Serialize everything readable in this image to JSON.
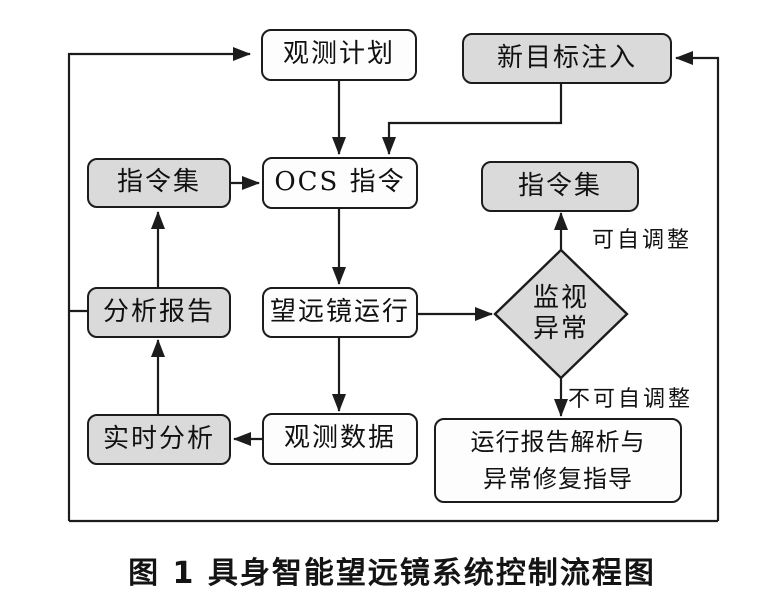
{
  "diagram": {
    "nodes": [
      {
        "id": "observation-plan",
        "label": "观测计划",
        "fill": "white"
      },
      {
        "id": "new-target-inject",
        "label": "新目标注入",
        "fill": "gray"
      },
      {
        "id": "cmdset-left",
        "label": "指令集",
        "fill": "gray"
      },
      {
        "id": "ocs-command",
        "label": "OCS 指令",
        "fill": "white"
      },
      {
        "id": "cmdset-right",
        "label": "指令集",
        "fill": "gray"
      },
      {
        "id": "analysis-report",
        "label": "分析报告",
        "fill": "gray"
      },
      {
        "id": "telescope-run",
        "label": "望远镜运行",
        "fill": "white"
      },
      {
        "id": "monitor-anomaly",
        "line1": "监视",
        "line2": "异常",
        "fill": "gray",
        "shape": "diamond"
      },
      {
        "id": "realtime-analysis",
        "label": "实时分析",
        "fill": "gray"
      },
      {
        "id": "observation-data",
        "label": "观测数据",
        "fill": "white"
      },
      {
        "id": "report-repair-guide",
        "line1": "运行报告解析与",
        "line2": "异常修复指导",
        "fill": "white"
      }
    ],
    "edge_labels": {
      "self_adjustable": "可自调整",
      "not_self_adjustable": "不可自调整"
    },
    "colors": {
      "node_gray": "#dadada",
      "node_white": "#fdfdfd",
      "line": "#1c1c1c"
    }
  },
  "caption": "图 1  具身智能望远镜系统控制流程图"
}
